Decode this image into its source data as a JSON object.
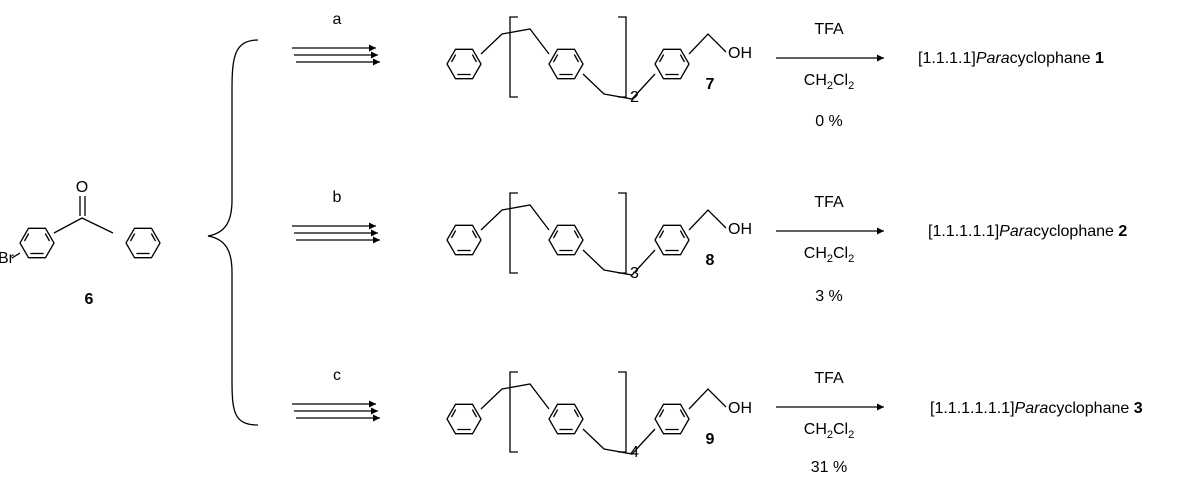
{
  "start": {
    "atom_o": "O",
    "atom_br": "Br",
    "number": "6"
  },
  "routes": [
    {
      "step": "a",
      "repeat": "2",
      "product": "7",
      "reagent": "TFA",
      "solvent_a": "CH",
      "solvent_sub1": "2",
      "solvent_b": "Cl",
      "solvent_sub2": "2",
      "yield": "0 %",
      "target_prefix": "[1.1.1.1]",
      "target_italic": "Para",
      "target_suffix": "cyclophane ",
      "target_number": "1",
      "oh": "OH"
    },
    {
      "step": "b",
      "repeat": "3",
      "product": "8",
      "reagent": "TFA",
      "solvent_a": "CH",
      "solvent_sub1": "2",
      "solvent_b": "Cl",
      "solvent_sub2": "2",
      "yield": "3 %",
      "target_prefix": "[1.1.1.1.1]",
      "target_italic": "Para",
      "target_suffix": "cyclophane ",
      "target_number": "2",
      "oh": "OH"
    },
    {
      "step": "c",
      "repeat": "4",
      "product": "9",
      "reagent": "TFA",
      "solvent_a": "CH",
      "solvent_sub1": "2",
      "solvent_b": "Cl",
      "solvent_sub2": "2",
      "yield": "31 %",
      "target_prefix": "[1.1.1.1.1.1]",
      "target_italic": "Para",
      "target_suffix": "cyclophane ",
      "target_number": "3",
      "oh": "OH"
    }
  ]
}
